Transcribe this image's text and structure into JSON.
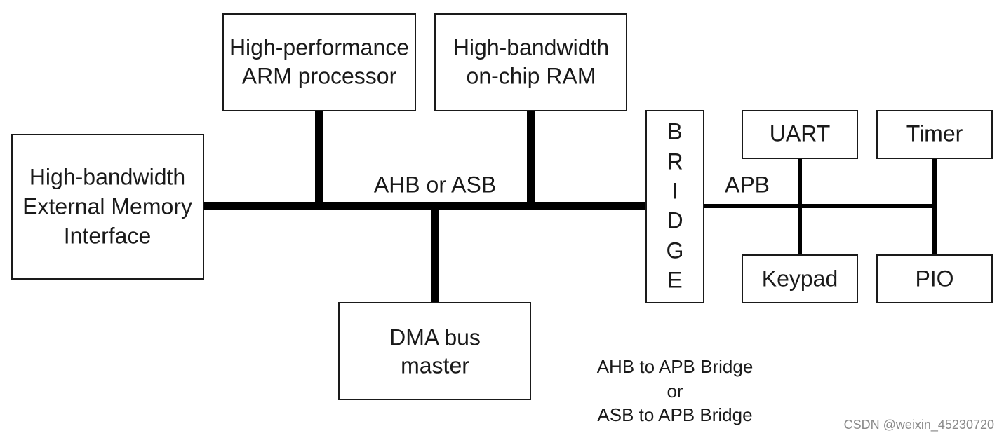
{
  "blocks": {
    "arm_processor": {
      "line1": "High-performance",
      "line2": "ARM processor"
    },
    "onchip_ram": {
      "line1": "High-bandwidth",
      "line2": "on-chip RAM"
    },
    "external_memory": {
      "line1": "High-bandwidth",
      "line2": "External Memory",
      "line3": "Interface"
    },
    "dma": {
      "line1": "DMA bus",
      "line2": "master"
    },
    "uart": "UART",
    "timer": "Timer",
    "keypad": "Keypad",
    "pio": "PIO",
    "bridge_letters": [
      "B",
      "R",
      "I",
      "D",
      "G",
      "E"
    ]
  },
  "buses": {
    "main": "AHB or ASB",
    "peripheral": "APB"
  },
  "caption": {
    "line1": "AHB to APB Bridge",
    "line2": "or",
    "line3": "ASB to APB Bridge"
  },
  "watermark": "CSDN @weixin_45230720"
}
